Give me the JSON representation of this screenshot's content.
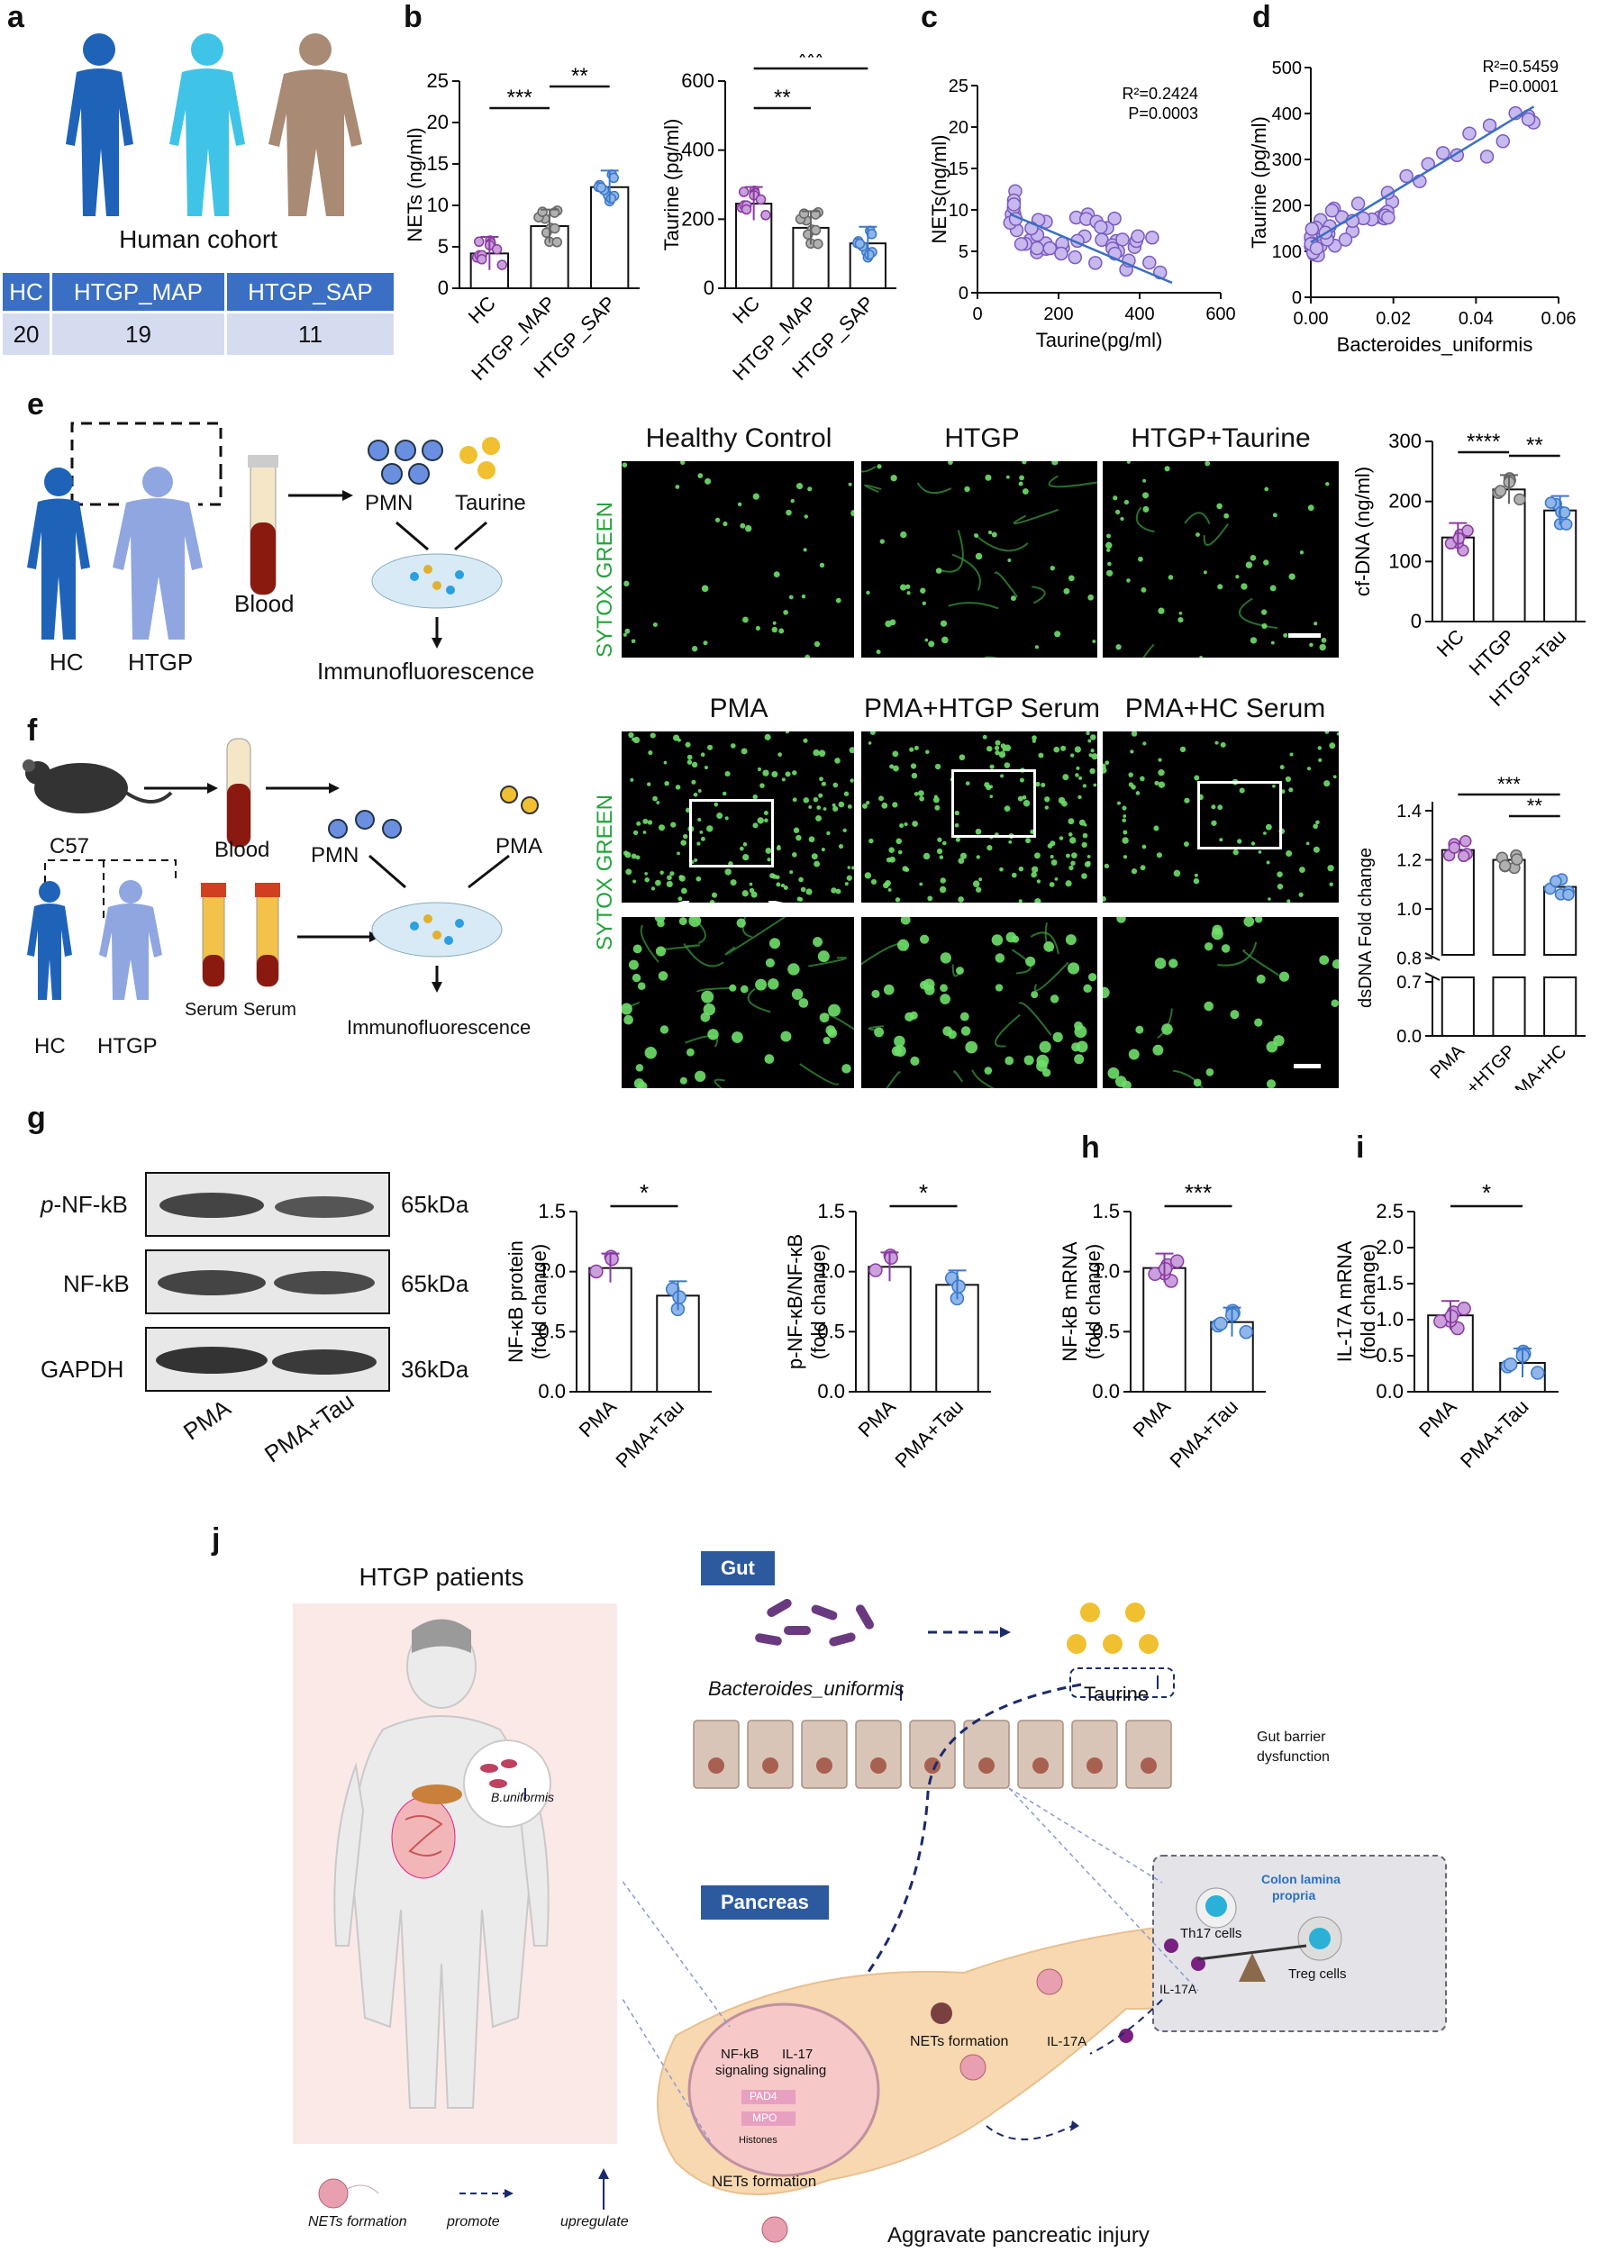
{
  "panels": {
    "a": "a",
    "b": "b",
    "c": "c",
    "d": "d",
    "e": "e",
    "f": "f",
    "g": "g",
    "h": "h",
    "i": "i",
    "j": "j"
  },
  "cohort": {
    "title": "Human cohort",
    "headers": [
      "HC",
      "HTGP_MAP",
      "HTGP_SAP"
    ],
    "values": [
      "20",
      "19",
      "11"
    ]
  },
  "chart_data": [
    {
      "id": "b1",
      "type": "bar",
      "ylabel": "NETs (ng/ml)",
      "ylim": [
        0,
        25
      ],
      "yticks": [
        "0",
        "5",
        "10",
        "15",
        "20",
        "25"
      ],
      "categories": [
        "HC",
        "HTGP_MAP",
        "HTGP_SAP"
      ],
      "values": [
        4.2,
        7.5,
        12.2
      ],
      "sig": [
        "***",
        "**"
      ]
    },
    {
      "id": "b2",
      "type": "bar",
      "ylabel": "Taurine  (pg/ml)",
      "ylim": [
        0,
        600
      ],
      "yticks": [
        "0",
        "200",
        "400",
        "600"
      ],
      "categories": [
        "HC",
        "HTGP_MAP",
        "HTGP_SAP"
      ],
      "values": [
        245,
        175,
        130
      ],
      "sig": [
        "**",
        "***"
      ]
    },
    {
      "id": "c",
      "type": "scatter",
      "xlabel": "Taurine(pg/ml)",
      "ylabel": "NETs(ng/ml)",
      "xlim": [
        0,
        600
      ],
      "ylim": [
        0,
        25
      ],
      "xticks": [
        "0",
        "200",
        "400",
        "600"
      ],
      "yticks": [
        "0",
        "5",
        "10",
        "15",
        "20",
        "25"
      ],
      "stats": [
        "R²=0.2424",
        "P=0.0003"
      ]
    },
    {
      "id": "d",
      "type": "scatter",
      "xlabel": "Bacteroides_uniformis",
      "ylabel": "Taurine  (pg/ml)",
      "xlim": [
        0,
        0.06
      ],
      "ylim": [
        0,
        500
      ],
      "xticks": [
        "0.00",
        "0.02",
        "0.04",
        "0.06"
      ],
      "yticks": [
        "0",
        "100",
        "200",
        "300",
        "400",
        "500"
      ],
      "stats": [
        "R²=0.5459",
        "P=0.0001"
      ]
    },
    {
      "id": "e",
      "type": "bar",
      "ylabel": "cf-DNA (ng/ml)",
      "ylim": [
        0,
        300
      ],
      "yticks": [
        "0",
        "100",
        "200",
        "300"
      ],
      "categories": [
        "HC",
        "HTGP",
        "HTGP+Tau"
      ],
      "values": [
        140,
        220,
        185
      ],
      "sig": [
        "****",
        "**"
      ]
    },
    {
      "id": "f",
      "type": "bar",
      "ylabel": "dsDNA Fold change",
      "yticks": [
        "0.0",
        "0.7",
        "0.8",
        "1.0",
        "1.2",
        "1.4"
      ],
      "categories": [
        "PMA",
        "PMA+HTGP",
        "PMA+HC"
      ],
      "values": [
        1.24,
        1.2,
        1.09
      ],
      "sig": [
        "***",
        "**"
      ]
    },
    {
      "id": "g1",
      "type": "bar",
      "ylabel": "NF-κB protein",
      "ylabel2": "(fold change)",
      "ylim": [
        0,
        1.5
      ],
      "yticks": [
        "0.0",
        "0.5",
        "1.0",
        "1.5"
      ],
      "categories": [
        "PMA",
        "PMA+Tau"
      ],
      "values": [
        1.03,
        0.8
      ],
      "sig": [
        "*"
      ]
    },
    {
      "id": "g2",
      "type": "bar",
      "ylabel": "p-NF-κB/NF-κB",
      "ylabel2": "(fold change)",
      "ylim": [
        0,
        1.5
      ],
      "yticks": [
        "0.0",
        "0.5",
        "1.0",
        "1.5"
      ],
      "categories": [
        "PMA",
        "PMA+Tau"
      ],
      "values": [
        1.04,
        0.89
      ],
      "sig": [
        "*"
      ]
    },
    {
      "id": "h",
      "type": "bar",
      "ylabel": "NF-kB mRNA",
      "ylabel2": "(fold change)",
      "ylim": [
        0,
        1.5
      ],
      "yticks": [
        "0.0",
        "0.5",
        "1.0",
        "1.5"
      ],
      "categories": [
        "PMA",
        "PMA+Tau"
      ],
      "values": [
        1.03,
        0.58
      ],
      "sig": [
        "***"
      ]
    },
    {
      "id": "i",
      "type": "bar",
      "ylabel": "IL-17A mRNA",
      "ylabel2": "(fold change)",
      "ylim": [
        0,
        2.5
      ],
      "yticks": [
        "0.0",
        "0.5",
        "1.0",
        "1.5",
        "2.0",
        "2.5"
      ],
      "categories": [
        "PMA",
        "PMA+Tau"
      ],
      "values": [
        1.06,
        0.4
      ],
      "sig": [
        "*"
      ]
    }
  ],
  "schematic_e": {
    "hc": "HC",
    "htgp": "HTGP",
    "blood": "Blood",
    "pmn": "PMN",
    "taurine": "Taurine",
    "immuno": "Immunofluorescence"
  },
  "micro_e": {
    "stain": "SYTOX GREEN",
    "cols": [
      "Healthy Control",
      "HTGP",
      "HTGP+Taurine"
    ]
  },
  "schematic_f": {
    "c57": "C57",
    "blood": "Blood",
    "pmn": "PMN",
    "pma": "PMA",
    "serum1": "Serum",
    "serum2": "Serum",
    "hc": "HC",
    "htgp": "HTGP",
    "immuno": "Immunofluorescence"
  },
  "micro_f": {
    "stain": "SYTOX GREEN",
    "cols": [
      "PMA",
      "PMA+HTGP Serum",
      "PMA+HC Serum"
    ]
  },
  "western": {
    "bands": [
      "p-NF-kB",
      "NF-kB",
      "GAPDH"
    ],
    "kda": [
      "65kDa",
      "65kDa",
      "36kDa"
    ],
    "lanes": [
      "PMA",
      "PMA+Tau"
    ]
  },
  "model_j": {
    "patients": "HTGP patients",
    "gut": "Gut",
    "pancreas": "Pancreas",
    "bacteroides": "Bacteroides_uniformis",
    "taurine": "Taurine",
    "barrier": "Gut barrier",
    "barrier2": "dysfunction",
    "buniformis": "B.uniformis",
    "colon": "Colon lamina",
    "colon2": "propria",
    "th17": "Th17 cells",
    "treg": "Treg cells",
    "il17a_1": "IL-17A",
    "il17a_2": "IL-17A",
    "nets1": "NETs formation",
    "nets2": "NETs formation",
    "nfkb": "NF-kB",
    "nfkb2": "signaling",
    "il17": "IL-17",
    "il17s": "signaling",
    "pad4": "PAD4",
    "mpo": "MPO",
    "histones": "Histones",
    "aggravate": "Aggravate pancreatic injury",
    "legend_nets": "NETs formation",
    "legend_promote": "promote",
    "legend_up": "upregulate"
  }
}
